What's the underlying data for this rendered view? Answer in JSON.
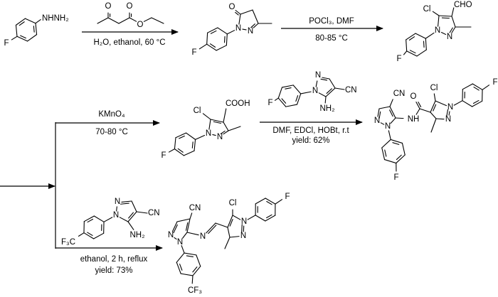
{
  "steps": {
    "s1": {
      "below": "H₂O, ethanol, 60 °C"
    },
    "s2": {
      "above": "POCl₃, DMF",
      "below": "80-85 °C"
    },
    "s3": {
      "above": "KMnO₄",
      "below": "70-80 °C"
    },
    "s4": {
      "below": "DMF, EDCl, HOBt, r.t",
      "yield": "yield: 62%"
    },
    "s5": {
      "below": "ethanol, 2 h, reflux",
      "yield": "yield: 73%"
    }
  },
  "molecules": {
    "fluorophenylhydrazine": [
      "F",
      "NHNH₂"
    ],
    "ethyl_acetoacetate": [
      "O",
      "O",
      "O"
    ],
    "pyrazolone": [
      "F",
      "N",
      "N",
      "O"
    ],
    "aldehyde": [
      "F",
      "N",
      "N",
      "Cl",
      "CHO"
    ],
    "acid": [
      "F",
      "N",
      "N",
      "Cl",
      "COOH"
    ],
    "aminopyrazole_f": [
      "F",
      "N",
      "N",
      "CN",
      "NH₂"
    ],
    "amide_product": [
      "CN",
      "N",
      "N",
      "NH",
      "O",
      "Cl",
      "N",
      "N",
      "F",
      "F"
    ],
    "aminopyrazole_cf3": [
      "F₃C",
      "N",
      "N",
      "CN",
      "NH₂"
    ],
    "imine_product": [
      "CN",
      "N",
      "N",
      "N",
      "Cl",
      "N",
      "N",
      "F",
      "CF₃"
    ]
  }
}
